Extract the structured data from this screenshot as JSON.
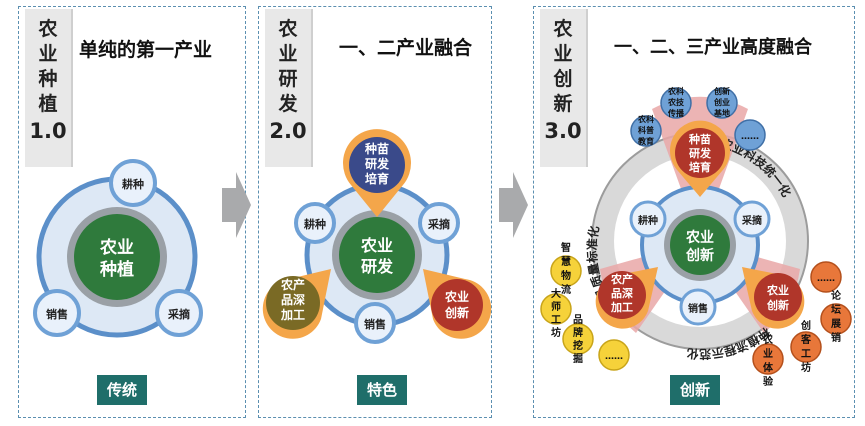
{
  "panels": [
    {
      "tag": [
        "农",
        "业",
        "种",
        "植"
      ],
      "version": "1.0",
      "title": "单纯的第一产业",
      "center": [
        "农业",
        "种植"
      ],
      "satellites": [
        "耕种",
        "采摘",
        "销售"
      ],
      "badge": "传统"
    },
    {
      "tag": [
        "农",
        "业",
        "研",
        "发"
      ],
      "version": "2.0",
      "title": "一、二产业融合",
      "center": [
        "农业",
        "研发"
      ],
      "satellites": [
        "耕种",
        "采摘",
        "销售"
      ],
      "drops": {
        "top": [
          "种苗",
          "研发",
          "培育"
        ],
        "left": [
          "农产",
          "品深",
          "加工"
        ],
        "right": [
          "农业",
          "创新"
        ]
      },
      "badge": "特色"
    },
    {
      "tag": [
        "农",
        "业",
        "创",
        "新"
      ],
      "version": "3.0",
      "title": "一、二、三产业高度融合",
      "center": [
        "农业",
        "创新"
      ],
      "satellites": [
        "耕种",
        "采摘",
        "销售"
      ],
      "drops": {
        "top": [
          "种苗",
          "研发",
          "培育"
        ],
        "left": [
          "农产",
          "品深",
          "加工"
        ],
        "right": [
          "农业",
          "创新"
        ]
      },
      "ring_labels": {
        "left": "产品质量标准化",
        "right": "农业科技统一化",
        "bottom": "种植流程示范化"
      },
      "blue_nodes": [
        [
          "农科",
          "科普",
          "教育"
        ],
        [
          "农科",
          "农技",
          "传播"
        ],
        [
          "创新",
          "创业",
          "基地"
        ],
        [
          "……"
        ]
      ],
      "yellow_nodes": [
        [
          "智",
          "慧",
          "物",
          "流"
        ],
        [
          "大",
          "师",
          "工",
          "坊"
        ],
        [
          "品",
          "牌",
          "挖",
          "掘"
        ],
        [
          "……"
        ]
      ],
      "orange_nodes": [
        [
          "……"
        ],
        [
          "论",
          "坛",
          "展",
          "销"
        ],
        [
          "创",
          "客",
          "工",
          "坊"
        ],
        [
          "农",
          "业",
          "体",
          "验"
        ]
      ],
      "badge": "创新"
    }
  ],
  "colors": {
    "center_green": "#2f7a3c",
    "ring_blue": "#5b8fc9",
    "node_blue": "#6fa1d6",
    "drop_navy": "#3a4a8a",
    "drop_olive": "#7a6a25",
    "drop_red": "#b0362a",
    "badge": "#1f6e6a"
  }
}
